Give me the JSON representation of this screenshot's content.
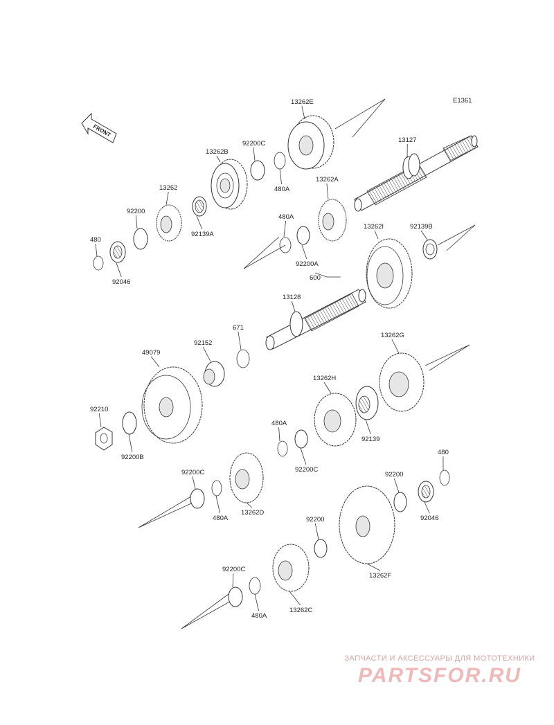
{
  "diagram_code": "E1361",
  "front_label": "FRONT",
  "watermark": {
    "tagline": "ЗАПЧАСТИ И АКСЕССУАРЫ ДЛЯ МОТОТЕХНИКИ",
    "brand": "PARTSFOR.RU",
    "color": "#f0b9b9"
  },
  "parts": [
    {
      "id": "p01",
      "label": "13262E"
    },
    {
      "id": "p02",
      "label": "13127"
    },
    {
      "id": "p03",
      "label": "13262B"
    },
    {
      "id": "p04",
      "label": "92200C"
    },
    {
      "id": "p05",
      "label": "480A"
    },
    {
      "id": "p06",
      "label": "13262"
    },
    {
      "id": "p07",
      "label": "92200"
    },
    {
      "id": "p08",
      "label": "92139A"
    },
    {
      "id": "p09",
      "label": "13262A"
    },
    {
      "id": "p10",
      "label": "480"
    },
    {
      "id": "p11",
      "label": "92046"
    },
    {
      "id": "p12",
      "label": "480A"
    },
    {
      "id": "p13",
      "label": "92200A"
    },
    {
      "id": "p14",
      "label": "13262I"
    },
    {
      "id": "p15",
      "label": "92139B"
    },
    {
      "id": "p16",
      "label": "600"
    },
    {
      "id": "p17",
      "label": "13128"
    },
    {
      "id": "p18",
      "label": "671"
    },
    {
      "id": "p19",
      "label": "49079"
    },
    {
      "id": "p20",
      "label": "92152"
    },
    {
      "id": "p21",
      "label": "13262G"
    },
    {
      "id": "p22",
      "label": "13262H"
    },
    {
      "id": "p23",
      "label": "92210"
    },
    {
      "id": "p24",
      "label": "92200B"
    },
    {
      "id": "p25",
      "label": "480A"
    },
    {
      "id": "p26",
      "label": "92200C"
    },
    {
      "id": "p27",
      "label": "92139"
    },
    {
      "id": "p28",
      "label": "92200C"
    },
    {
      "id": "p29",
      "label": "480A"
    },
    {
      "id": "p30",
      "label": "13262D"
    },
    {
      "id": "p31",
      "label": "480"
    },
    {
      "id": "p32",
      "label": "92200"
    },
    {
      "id": "p33",
      "label": "92046"
    },
    {
      "id": "p34",
      "label": "92200"
    },
    {
      "id": "p35",
      "label": "13262F"
    },
    {
      "id": "p36",
      "label": "92200C"
    },
    {
      "id": "p37",
      "label": "480A"
    },
    {
      "id": "p38",
      "label": "13262C"
    }
  ]
}
